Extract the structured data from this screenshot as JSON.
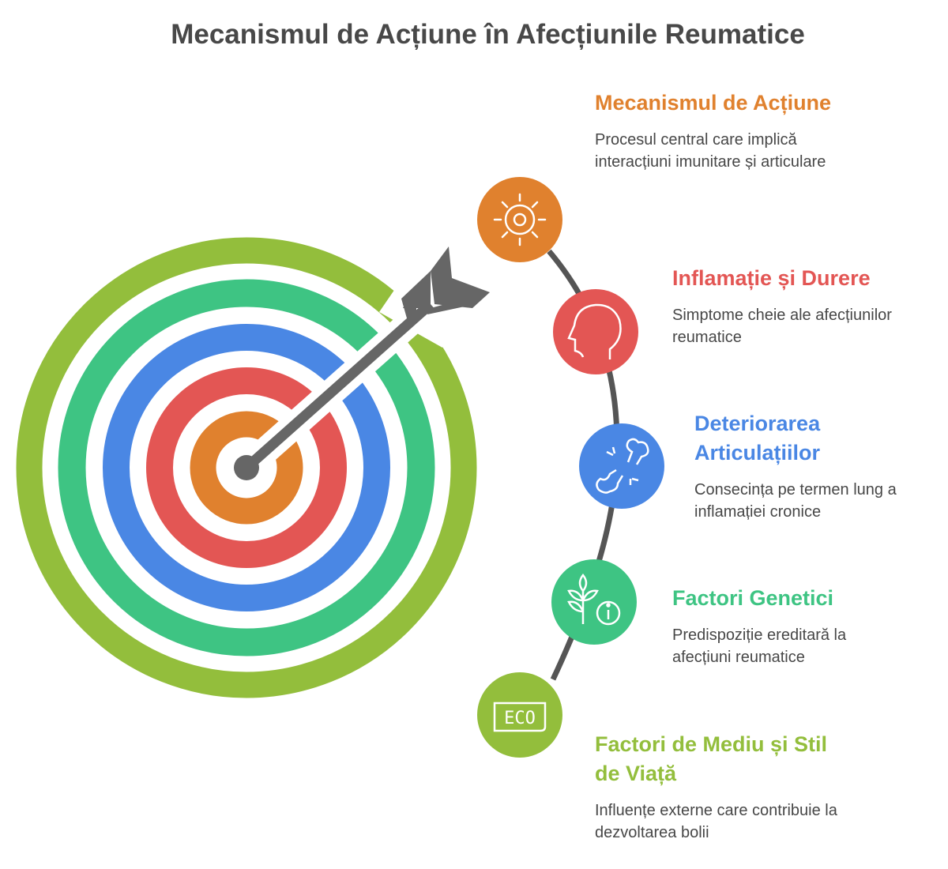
{
  "title": "Mecanismul de Acțiune în Afecțiunile Reumatice",
  "colors": {
    "orange": "#E0812E",
    "red": "#E35654",
    "blue": "#4A87E4",
    "green": "#3EC483",
    "lime": "#93BE3C",
    "gray": "#666666"
  },
  "items": [
    {
      "heading": "Mecanismul de Acțiune",
      "body": "Procesul central care implică interacțiuni imunitare și articulare",
      "icon": "sun-gear-icon"
    },
    {
      "heading": "Inflamație și Durere",
      "body": "Simptome cheie ale afecțiunilor reumatice",
      "icon": "head-profile-icon"
    },
    {
      "heading": "Deteriorarea Articulațiilor",
      "body": "Consecința pe termen lung a inflamației cronice",
      "icon": "broken-bone-icon"
    },
    {
      "heading": "Factori Genetici",
      "body": "Predispoziție ereditară la afecțiuni reumatice",
      "icon": "plant-info-icon"
    },
    {
      "heading": "Factori de Mediu și Stil de Viață",
      "body": "Influențe externe care contribuie la dezvoltarea bolii",
      "icon": "eco-label-icon"
    }
  ],
  "eco_label": "ECO"
}
